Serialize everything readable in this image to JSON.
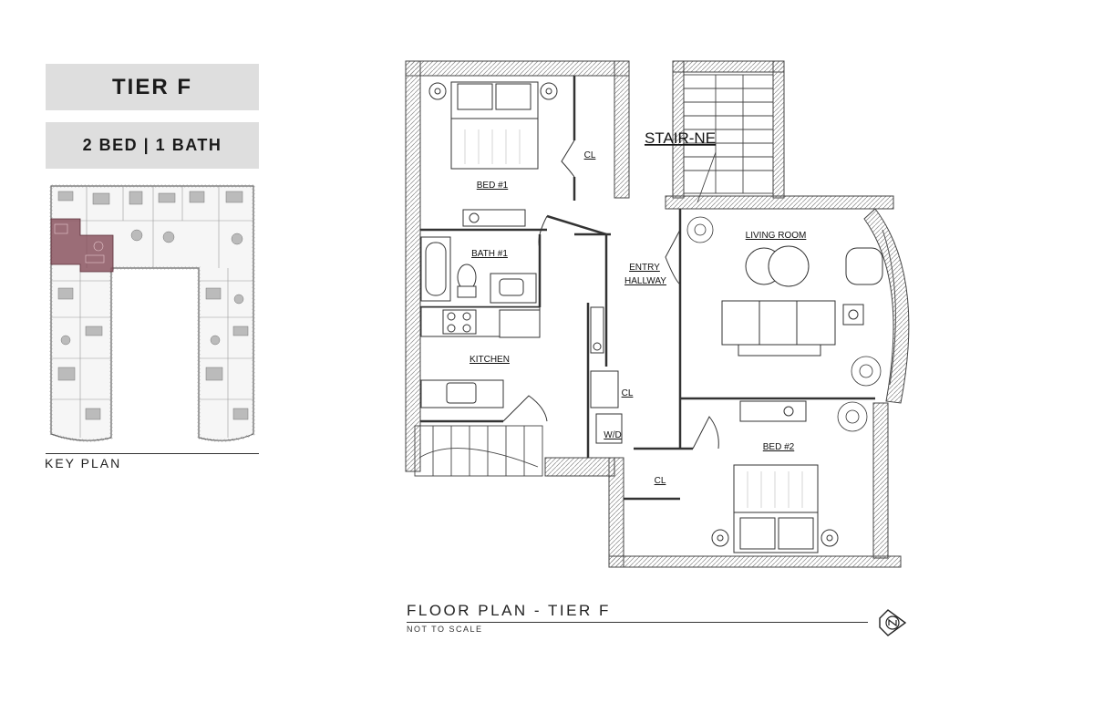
{
  "tier_title": "TIER F",
  "bed_bath": "2 BED | 1 BATH",
  "key_plan_label": "KEY PLAN",
  "floor_plan": {
    "title": "FLOOR PLAN - TIER F",
    "scale_note": "NOT TO SCALE",
    "rooms": {
      "bed1": "BED #1",
      "closet1": "CL",
      "bath1": "BATH #1",
      "kitchen": "KITCHEN",
      "stair": "STAIR-NE",
      "entry": "ENTRY",
      "hallway": "HALLWAY",
      "living": "LIVING ROOM",
      "closet2": "CL",
      "wd": "W/D",
      "closet3": "CL",
      "bed2": "BED #2"
    }
  },
  "colors": {
    "highlight": "#8b5560",
    "tier_box": "#dedede",
    "line": "#333333"
  },
  "icons": {
    "north_arrow": "north-arrow-icon"
  }
}
